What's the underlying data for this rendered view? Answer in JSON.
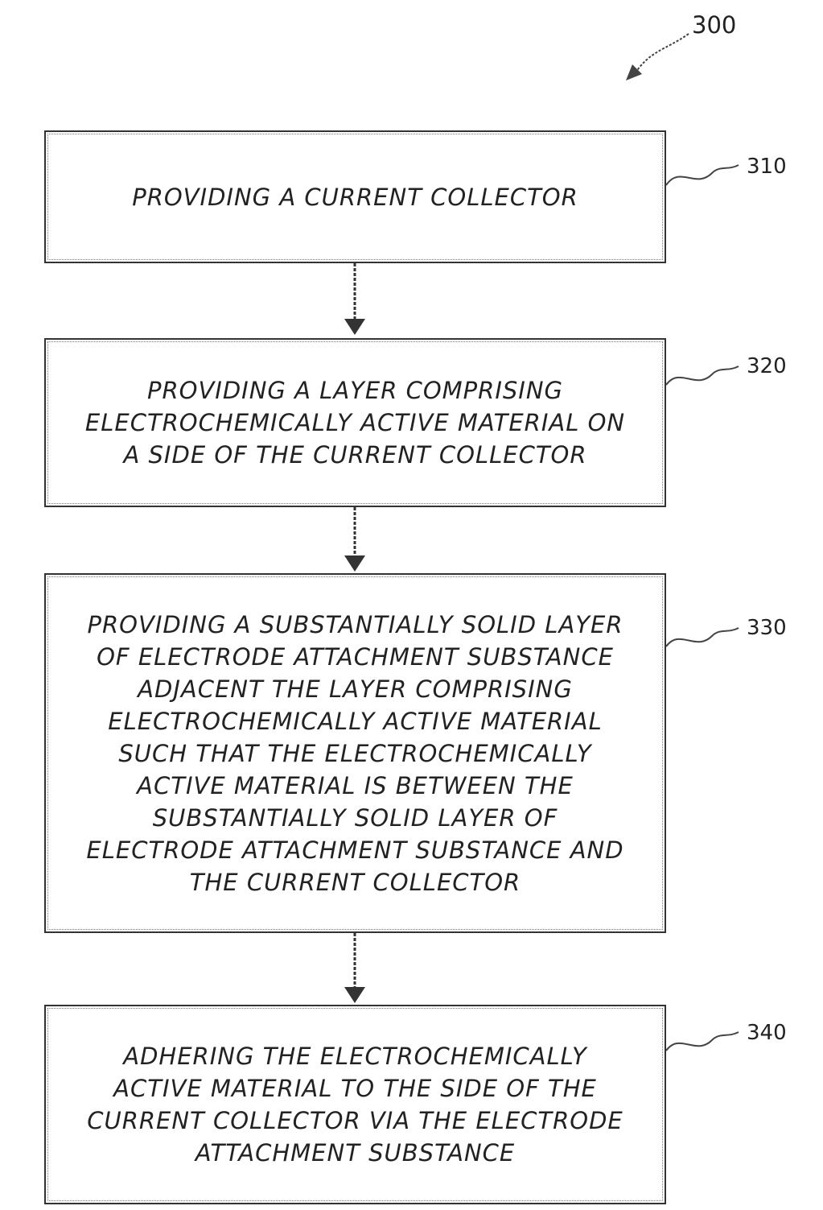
{
  "figure": {
    "reference": "300"
  },
  "steps": [
    {
      "id": "310",
      "text": "PROVIDING A CURRENT COLLECTOR"
    },
    {
      "id": "320",
      "text": "PROVIDING A LAYER COMPRISING\nELECTROCHEMICALLY ACTIVE MATERIAL ON\nA SIDE OF THE CURRENT COLLECTOR"
    },
    {
      "id": "330",
      "text": "PROVIDING A SUBSTANTIALLY SOLID LAYER\nOF ELECTRODE ATTACHMENT SUBSTANCE\nADJACENT THE LAYER COMPRISING\nELECTROCHEMICALLY ACTIVE MATERIAL\nSUCH THAT THE ELECTROCHEMICALLY\nACTIVE MATERIAL IS BETWEEN THE\nSUBSTANTIALLY SOLID LAYER OF\nELECTRODE ATTACHMENT SUBSTANCE AND\nTHE CURRENT COLLECTOR"
    },
    {
      "id": "340",
      "text": "ADHERING THE ELECTROCHEMICALLY\nACTIVE MATERIAL TO THE SIDE OF THE\nCURRENT COLLECTOR VIA THE ELECTRODE\nATTACHMENT SUBSTANCE"
    }
  ]
}
